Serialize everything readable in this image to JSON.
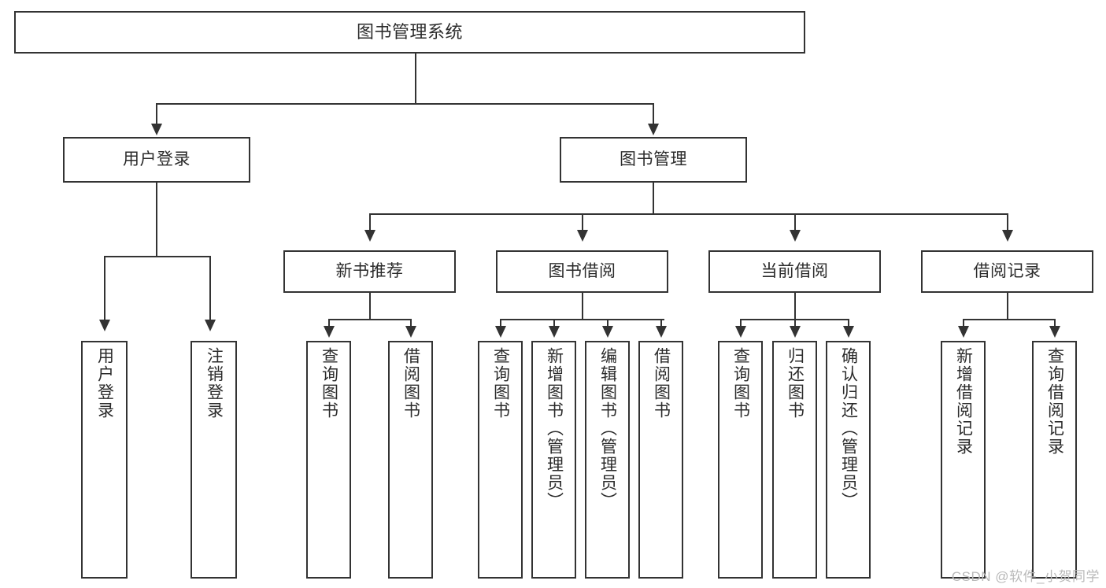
{
  "diagram": {
    "title": "图书管理系统",
    "watermark": "CSDN @软件_小贺同学",
    "levels": {
      "root": "图书管理系统",
      "level2": [
        "用户登录",
        "图书管理"
      ],
      "level3": [
        "新书推荐",
        "图书借阅",
        "当前借阅",
        "借阅记录"
      ]
    },
    "nodes": {
      "root": {
        "label": "图书管理系统"
      },
      "user_login": {
        "label": "用户登录"
      },
      "book_manage": {
        "label": "图书管理"
      },
      "new_book_rec": {
        "label": "新书推荐"
      },
      "book_borrow": {
        "label": "图书借阅"
      },
      "current_borrow": {
        "label": "当前借阅"
      },
      "borrow_record": {
        "label": "借阅记录"
      },
      "leaf_user_login": {
        "label": "用户登录"
      },
      "leaf_logout": {
        "label": "注销登录"
      },
      "leaf_query_book_1": {
        "label": "查询图书"
      },
      "leaf_borrow_book_1": {
        "label": "借阅图书"
      },
      "leaf_query_book_2": {
        "label": "查询图书"
      },
      "leaf_add_book_admin": {
        "label": "新增图书（管理员）"
      },
      "leaf_edit_book_admin": {
        "label": "编辑图书（管理员）"
      },
      "leaf_borrow_book_2": {
        "label": "借阅图书"
      },
      "leaf_query_book_3": {
        "label": "查询图书"
      },
      "leaf_return_book": {
        "label": "归还图书"
      },
      "leaf_confirm_return_admin": {
        "label": "确认归还（管理员）"
      },
      "leaf_add_borrow_record": {
        "label": "新增借阅记录"
      },
      "leaf_query_borrow_record": {
        "label": "查询借阅记录"
      }
    },
    "colors": {
      "stroke": "#333333",
      "text": "#2b2b2b",
      "background": "#ffffff",
      "watermark": "#b9b9b9"
    }
  }
}
